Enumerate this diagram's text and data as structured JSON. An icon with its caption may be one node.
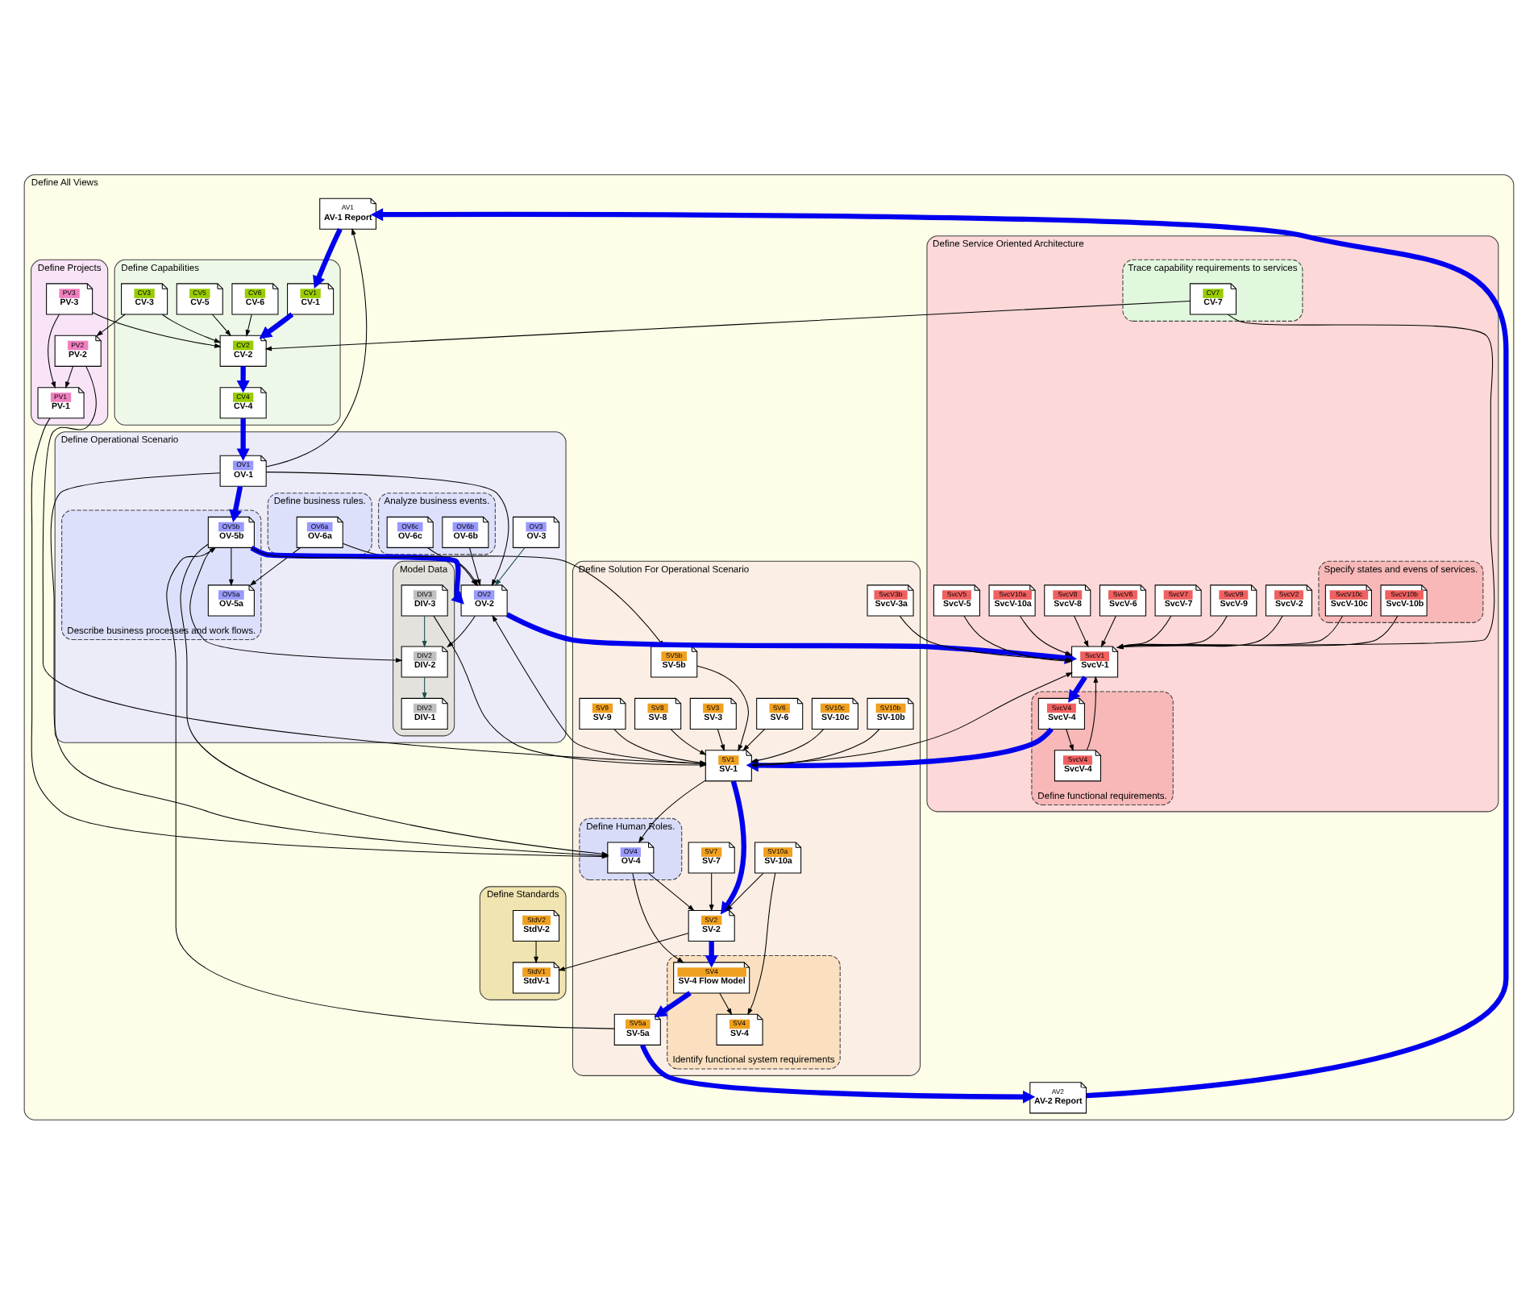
{
  "diagram": {
    "nodes": [
      {
        "text": [
          "Define All Views"
        ]
      },
      {
        "text": [
          "AV1",
          "AV-1 Report"
        ],
        "in": 0
      },
      {
        "text": [
          "AV2",
          "AV-2 Report"
        ],
        "in": 0
      },
      {
        "text": [
          "Define Capabilities"
        ],
        "in": 0
      },
      {
        "text": [
          "CV1",
          "CV-1"
        ],
        "in": 3
      },
      {
        "text": [
          "CV2",
          "CV-2"
        ],
        "in": 3
      },
      {
        "text": [
          "CV4",
          "CV-4"
        ],
        "in": 3
      },
      {
        "text": [
          "CV6",
          "CV-6"
        ],
        "in": 3
      },
      {
        "text": [
          "CV3",
          "CV-3"
        ],
        "in": 3
      },
      {
        "text": [
          "CV5",
          "CV-5"
        ],
        "in": 3
      },
      {
        "text": [
          "Define Operational Scenario"
        ],
        "in": 0
      },
      {
        "text": [
          "Define business rules."
        ],
        "in": 10
      },
      {
        "text": [
          "OV6a",
          "OV-6a"
        ],
        "in": 11
      },
      {
        "text": [
          "Analyze business events."
        ],
        "in": 10
      },
      {
        "text": [
          "OV6b",
          "OV-6b"
        ],
        "in": 13
      },
      {
        "text": [
          "OV6c",
          "OV-6c"
        ],
        "in": 13
      },
      {
        "text": [
          "OV1",
          "OV-1"
        ],
        "in": 10
      },
      {
        "text": [
          "Describe business processes and work flows."
        ],
        "in": 10
      },
      {
        "text": [
          "OV5b",
          "OV-5b"
        ],
        "in": 17
      },
      {
        "text": [
          "OV5a",
          "OV-5a"
        ],
        "in": 17
      },
      {
        "text": [
          "OV2",
          "OV-2"
        ],
        "in": 10
      },
      {
        "text": [
          "OV3",
          "OV-3"
        ],
        "in": 10
      },
      {
        "text": [
          "Model Data"
        ],
        "in": 10
      },
      {
        "text": [
          "DIV2",
          "DIV-1"
        ],
        "in": 22
      },
      {
        "text": [
          "DIV2",
          "DIV-2"
        ],
        "in": 22
      },
      {
        "text": [
          "DIV3",
          "DIV-3"
        ],
        "in": 22
      },
      {
        "text": [
          "Define Service Oriented Architecture"
        ],
        "in": 0
      },
      {
        "text": [
          "Trace capability requirements to services"
        ],
        "in": 26
      },
      {
        "text": [
          "CV7",
          "CV-7"
        ],
        "in": 27
      },
      {
        "text": [
          "SvcV7",
          "SvcV-7"
        ],
        "in": 26
      },
      {
        "text": [
          "SvcV1",
          "SvcV-1"
        ],
        "in": 26
      },
      {
        "text": [
          "SvcV6",
          "SvcV-6"
        ],
        "in": 26
      },
      {
        "text": [
          "SvcV8",
          "SvcV-8"
        ],
        "in": 26
      },
      {
        "text": [
          "SvcV10a",
          "SvcV-10a"
        ],
        "in": 26
      },
      {
        "text": [
          "SvcV5",
          "SvcV-5"
        ],
        "in": 26
      },
      {
        "text": [
          "SvcV2",
          "SvcV-2"
        ],
        "in": 26
      },
      {
        "text": [
          "SvcV9",
          "SvcV-9"
        ],
        "in": 26
      },
      {
        "text": [
          "Specify states and evens of services."
        ],
        "in": 26
      },
      {
        "text": [
          "SvcV10b",
          "SvcV-10b"
        ],
        "in": 37
      },
      {
        "text": [
          "SvcV10c",
          "SvcV-10c"
        ],
        "in": 37
      },
      {
        "text": [
          "Define functional requirements."
        ],
        "in": 26
      },
      {
        "text": [
          "SvcV4",
          "SvcV-4"
        ],
        "in": 40
      },
      {
        "text": [
          "SvcV4",
          "SvcV-4"
        ],
        "in": 40
      },
      {
        "text": [
          "Define Projects"
        ],
        "in": 0
      },
      {
        "text": [
          "PV3",
          "PV-3"
        ],
        "in": 43
      },
      {
        "text": [
          "PV1",
          "PV-1"
        ],
        "in": 43
      },
      {
        "text": [
          "PV2",
          "PV-2"
        ],
        "in": 43
      },
      {
        "text": [
          "Define Solution For Operational Scenario"
        ],
        "in": 0
      },
      {
        "text": [
          "Define Human Roles."
        ],
        "in": 47
      },
      {
        "text": [
          "OV4",
          "OV-4"
        ],
        "in": 48
      },
      {
        "text": [
          "SV5b",
          "SV-5b"
        ],
        "in": 47
      },
      {
        "text": [
          "SV1",
          "SV-1"
        ],
        "in": 47
      },
      {
        "text": [
          "SvcV3b",
          "SvcV-3a"
        ],
        "in": 47
      },
      {
        "text": [
          "SV3",
          "SV-3"
        ],
        "in": 47
      },
      {
        "text": [
          "SV2",
          "SV-2"
        ],
        "in": 47
      },
      {
        "text": [
          "SV8",
          "SV-8"
        ],
        "in": 47
      },
      {
        "text": [
          "SV9",
          "SV-9"
        ],
        "in": 47
      },
      {
        "text": [
          "SV10b",
          "SV-10b"
        ],
        "in": 47
      },
      {
        "text": [
          "SV10c",
          "SV-10c"
        ],
        "in": 47
      },
      {
        "text": [
          "SV6",
          "SV-6"
        ],
        "in": 47
      },
      {
        "text": [
          "Identify functional system requirements"
        ],
        "in": 47
      },
      {
        "text": [
          "SV4",
          "SV-4 Flow Model"
        ],
        "in": 60
      },
      {
        "text": [
          "SV4",
          "SV-4"
        ],
        "in": 60
      },
      {
        "text": [
          "SV7",
          "SV-7"
        ],
        "in": 47
      },
      {
        "text": [
          "SV10a",
          "SV-10a"
        ],
        "in": 47
      },
      {
        "text": [
          "SV5a",
          "SV-5a"
        ],
        "in": 47
      },
      {
        "text": [
          "Define Standards"
        ],
        "in": 0
      },
      {
        "text": [
          "StdV1",
          "StdV-1"
        ],
        "in": 66
      },
      {
        "text": [
          "StdV2",
          "StdV-2"
        ],
        "in": 66
      }
    ],
    "edges": [
      {
        "from": 2,
        "to": 1,
        "arrow": "to",
        "style": "thick",
        "color": "#0000ee"
      },
      {
        "from": 1,
        "to": 4,
        "arrow": "to",
        "style": "thick",
        "color": "#0000ee"
      },
      {
        "from": 4,
        "to": 5,
        "arrow": "to",
        "style": "thick",
        "color": "#0000ee"
      },
      {
        "from": 5,
        "to": 6,
        "arrow": "to",
        "style": "thick",
        "color": "#0000ee"
      },
      {
        "from": 6,
        "to": 16,
        "arrow": "to",
        "style": "thick",
        "color": "#0000ee"
      },
      {
        "from": 16,
        "to": 18,
        "arrow": "to",
        "style": "thick",
        "color": "#0000ee"
      },
      {
        "from": 18,
        "to": 20,
        "arrow": "to",
        "style": "thick",
        "color": "#0000ee"
      },
      {
        "from": 20,
        "to": 30,
        "arrow": "to",
        "style": "thick",
        "color": "#0000ee"
      },
      {
        "from": 30,
        "to": 41,
        "arrow": "to",
        "style": "thick",
        "color": "#0000ee"
      },
      {
        "from": 41,
        "to": 51,
        "arrow": "to",
        "style": "thick",
        "color": "#0000ee"
      },
      {
        "from": 51,
        "to": 54,
        "arrow": "to",
        "style": "thick",
        "color": "#0000ee"
      },
      {
        "from": 54,
        "to": 61,
        "arrow": "to",
        "style": "thick",
        "color": "#0000ee"
      },
      {
        "from": 61,
        "to": 65,
        "arrow": "to",
        "style": "thick",
        "color": "#0000ee"
      },
      {
        "from": 65,
        "to": 2,
        "arrow": "to",
        "style": "thick",
        "color": "#0000ee"
      },
      {
        "from": 28,
        "to": 5,
        "arrow": "to"
      },
      {
        "from": 16,
        "to": 1,
        "arrow": "to"
      },
      {
        "from": 8,
        "to": 5,
        "arrow": "to"
      },
      {
        "from": 9,
        "to": 5,
        "arrow": "to"
      },
      {
        "from": 7,
        "to": 5,
        "arrow": "to"
      },
      {
        "from": 44,
        "to": 5,
        "arrow": "to"
      },
      {
        "from": 8,
        "to": 46,
        "arrow": "to"
      },
      {
        "from": 44,
        "to": 45,
        "arrow": "to"
      },
      {
        "from": 46,
        "to": 45,
        "arrow": "to"
      },
      {
        "from": 45,
        "to": 49,
        "arrow": "to"
      },
      {
        "from": 46,
        "to": 51,
        "arrow": "to"
      },
      {
        "from": 49,
        "to": 61,
        "arrow": "to"
      },
      {
        "from": 49,
        "to": 54,
        "arrow": "to"
      },
      {
        "from": 51,
        "to": 49,
        "arrow": "to"
      },
      {
        "from": 53,
        "to": 51,
        "arrow": "to"
      },
      {
        "from": 16,
        "to": 49,
        "arrow": "to"
      },
      {
        "from": 18,
        "to": 49,
        "arrow": "to"
      },
      {
        "from": 18,
        "to": 50,
        "arrow": "to"
      },
      {
        "from": 50,
        "to": 51,
        "arrow": "to"
      },
      {
        "from": 65,
        "to": 18,
        "arrow": "to"
      },
      {
        "from": 55,
        "to": 51,
        "arrow": "to"
      },
      {
        "from": 56,
        "to": 51,
        "arrow": "to"
      },
      {
        "from": 57,
        "to": 51,
        "arrow": "to"
      },
      {
        "from": 58,
        "to": 51,
        "arrow": "to"
      },
      {
        "from": 59,
        "to": 51,
        "arrow": "to"
      },
      {
        "from": 63,
        "to": 54,
        "arrow": "to"
      },
      {
        "from": 64,
        "to": 54,
        "arrow": "to"
      },
      {
        "from": 64,
        "to": 62,
        "arrow": "to"
      },
      {
        "from": 61,
        "to": 62,
        "arrow": "to"
      },
      {
        "from": 54,
        "to": 67,
        "arrow": "to"
      },
      {
        "from": 68,
        "to": 67,
        "arrow": "to"
      },
      {
        "from": 12,
        "to": 19,
        "arrow": "to"
      },
      {
        "from": 12,
        "to": 20,
        "arrow": "to"
      },
      {
        "from": 16,
        "to": 20,
        "arrow": "to"
      },
      {
        "from": 18,
        "to": 19,
        "arrow": "to"
      },
      {
        "from": 14,
        "to": 20,
        "arrow": "to"
      },
      {
        "from": 15,
        "to": 20,
        "arrow": "to"
      },
      {
        "from": 21,
        "to": 20,
        "arrow": "to",
        "color": "#1a4d4d"
      },
      {
        "from": 20,
        "to": 24,
        "arrow": "to"
      },
      {
        "from": 18,
        "to": 24,
        "arrow": "to"
      },
      {
        "from": 24,
        "to": 23,
        "arrow": "to",
        "color": "#1a4d4d"
      },
      {
        "from": 25,
        "to": 24,
        "arrow": "to",
        "color": "#1a4d4d"
      },
      {
        "from": 25,
        "to": 51,
        "arrow": "to"
      },
      {
        "from": 51,
        "to": 20,
        "arrow": "to"
      },
      {
        "from": 51,
        "to": 30,
        "arrow": "to"
      },
      {
        "from": 52,
        "to": 30,
        "arrow": "to"
      },
      {
        "from": 28,
        "to": 30,
        "arrow": "to"
      },
      {
        "from": 29,
        "to": 30,
        "arrow": "to"
      },
      {
        "from": 31,
        "to": 30,
        "arrow": "to"
      },
      {
        "from": 32,
        "to": 30,
        "arrow": "to"
      },
      {
        "from": 33,
        "to": 30,
        "arrow": "to"
      },
      {
        "from": 34,
        "to": 30,
        "arrow": "to"
      },
      {
        "from": 35,
        "to": 30,
        "arrow": "to"
      },
      {
        "from": 36,
        "to": 30,
        "arrow": "to"
      },
      {
        "from": 38,
        "to": 30,
        "arrow": "to"
      },
      {
        "from": 39,
        "to": 30,
        "arrow": "to"
      },
      {
        "from": 42,
        "to": 30,
        "arrow": "to"
      },
      {
        "from": 41,
        "to": 42,
        "arrow": "to"
      }
    ]
  }
}
